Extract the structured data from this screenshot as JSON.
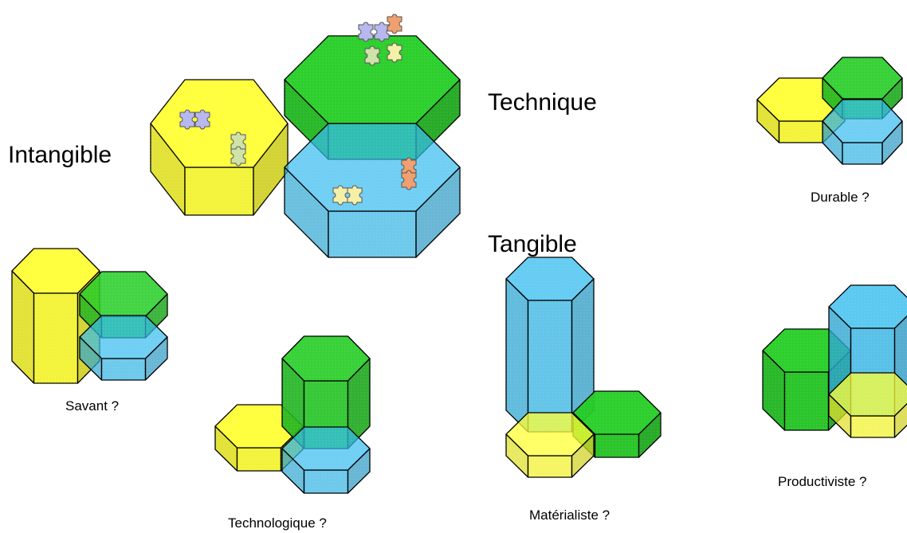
{
  "labels": {
    "intangible": "Intangible",
    "technique": "Technique",
    "tangible": "Tangible",
    "durable": "Durable ?",
    "savant": "Savant ?",
    "technologique": "Technologique ?",
    "materialiste": "Matérialiste ?",
    "productiviste": "Productiviste ?"
  },
  "colors": {
    "yellow": "#ffff33",
    "green": "#22cc22",
    "blue": "#33bbee",
    "outline": "#000000"
  },
  "icons": {
    "puzzle": "puzzle-piece-icon"
  }
}
